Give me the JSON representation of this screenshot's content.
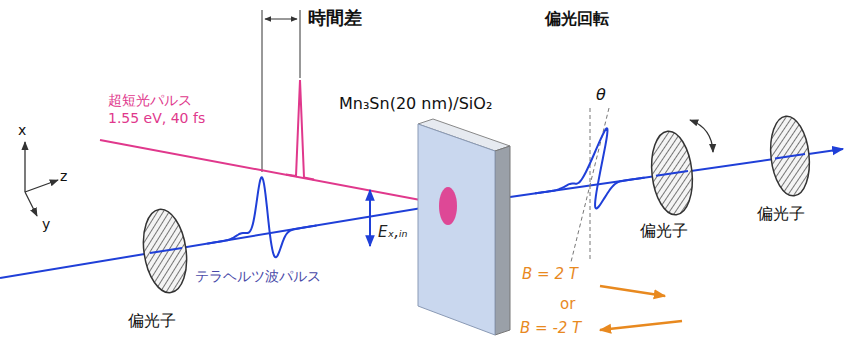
{
  "diagram": {
    "nodes": [
      {
        "text": [
          "Mn₃Sn(20 nm)/SiO₂"
        ]
      }
    ],
    "labels": [
      "時間差",
      "超短光パルス",
      "1.55 eV, 40 fs",
      "偏光回転",
      "θ",
      "x",
      "z",
      "y",
      "テラヘルツ波パルス",
      "Eₓ,ᵢₙ",
      "偏光子",
      "偏光子",
      "偏光子",
      "B = 2 T",
      "or",
      "B = -2 T"
    ]
  }
}
